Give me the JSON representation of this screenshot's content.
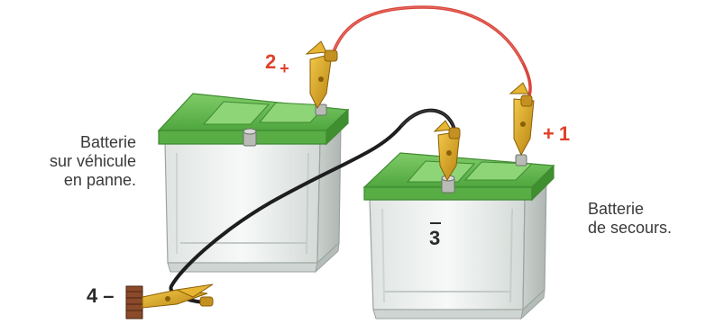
{
  "captions": {
    "left": [
      "Batterie",
      "sur véhicule",
      "en panne."
    ],
    "right": [
      "Batterie",
      "de secours."
    ]
  },
  "markers": {
    "m1": {
      "number": "1",
      "sign": "+"
    },
    "m2": {
      "number": "2",
      "sign": "+"
    },
    "m3": {
      "number": "3"
    },
    "m4": {
      "number": "4",
      "sign": "–"
    }
  },
  "colors": {
    "positive_cable": "#d9463c",
    "negative_cable": "#1e1e1e",
    "battery_top": "#5fb84d",
    "battery_body": "#eef1ef",
    "clamp": "#d8a21a",
    "marker_red": "#e0402a"
  }
}
